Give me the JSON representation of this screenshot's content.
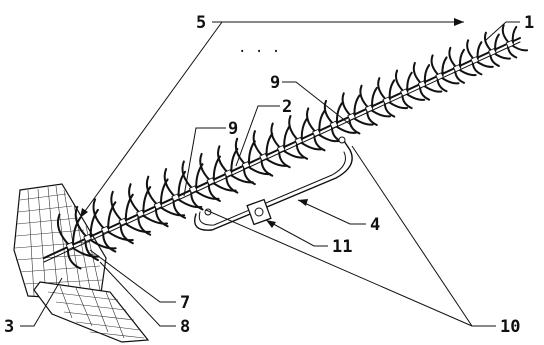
{
  "labels": {
    "n1": "1",
    "n2": "2",
    "n3": "3",
    "n4": "4",
    "n5": "5",
    "n7": "7",
    "n8": "8",
    "n9a": "9",
    "n9b": "9",
    "n10": "10",
    "n11": "11",
    "ellipsis": ". . ."
  },
  "element_count": 26
}
